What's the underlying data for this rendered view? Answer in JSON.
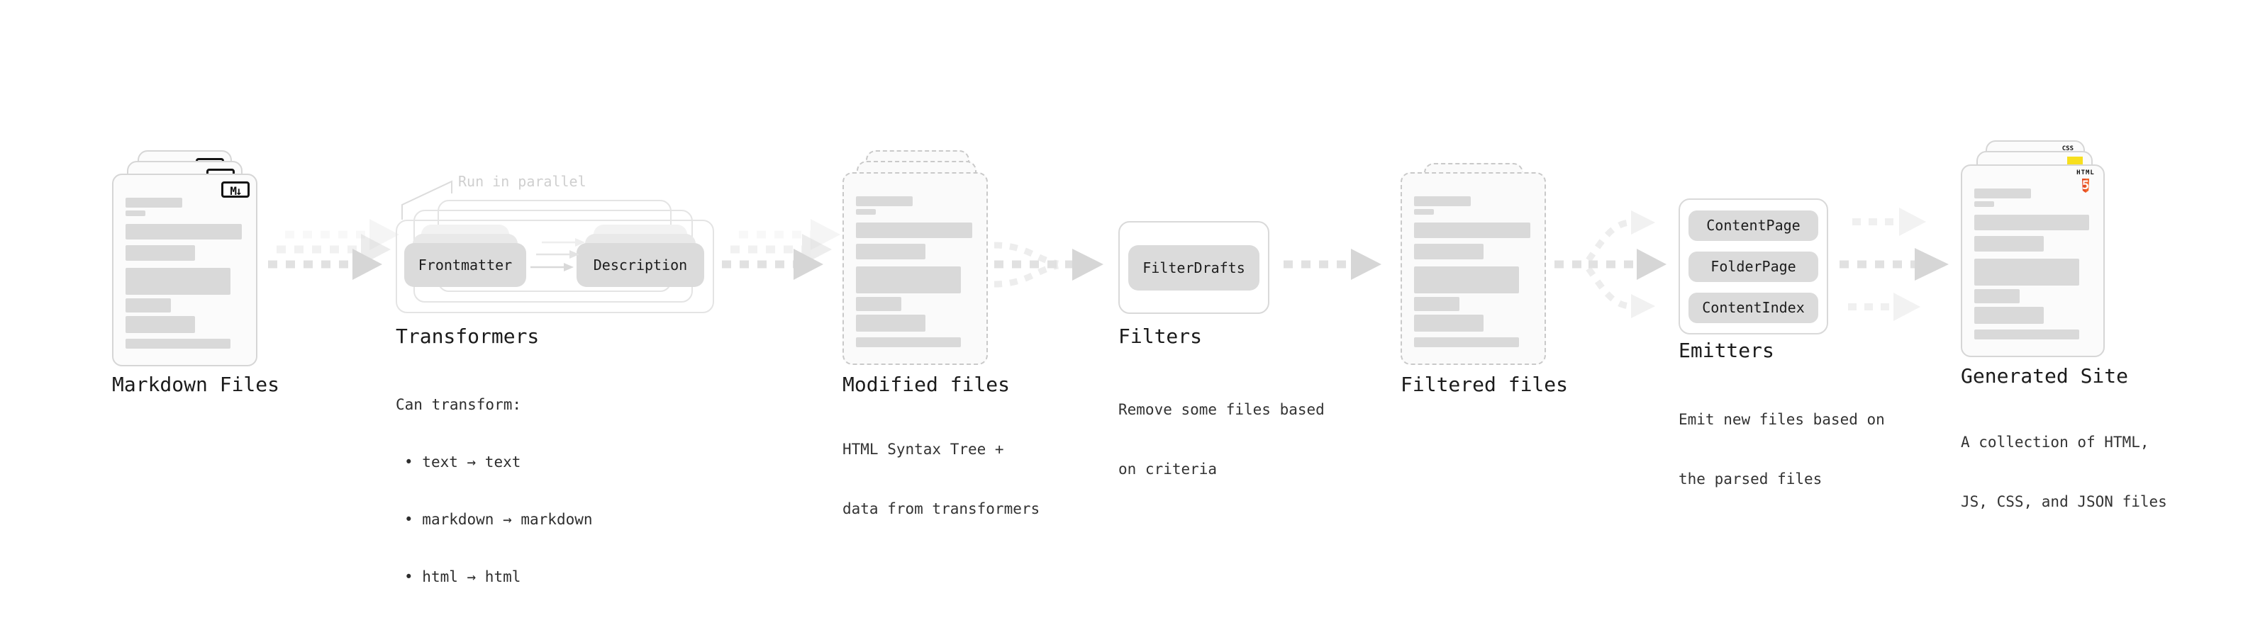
{
  "stages": {
    "markdown": {
      "label": "Markdown Files",
      "file_badge": "M↓"
    },
    "transformers": {
      "label": "Transformers",
      "parallel_note": "Run in parallel",
      "nodes": [
        "Frontmatter",
        "Description"
      ],
      "note_heading": "Can transform:",
      "bullets": [
        "text → text",
        "markdown → markdown",
        "html → html"
      ]
    },
    "modified": {
      "label": "Modified files",
      "subtitle_lines": [
        "HTML Syntax Tree +",
        "data from transformers"
      ]
    },
    "filters": {
      "label": "Filters",
      "nodes": [
        "FilterDrafts"
      ],
      "subtitle_lines": [
        "Remove some files based",
        "on criteria"
      ]
    },
    "filtered": {
      "label": "Filtered files"
    },
    "emitters": {
      "label": "Emitters",
      "nodes": [
        "ContentPage",
        "FolderPage",
        "ContentIndex"
      ],
      "subtitle_lines": [
        "Emit new files based on",
        "the parsed files"
      ]
    },
    "generated": {
      "label": "Generated Site",
      "subtitle_lines": [
        "A collection of HTML,",
        "JS, CSS, and JSON files"
      ],
      "file_badges": {
        "html_word": "HTML",
        "html_number": "5",
        "css_word": "CSS"
      }
    }
  },
  "colors": {
    "html5_orange": "#e44d26",
    "js_yellow": "#f7df1e",
    "css_blue": "#2965f1",
    "node_gray": "#dbdbdb",
    "arrow_gray": "#d6d6d6",
    "arrow_light": "#f1f1f1"
  }
}
